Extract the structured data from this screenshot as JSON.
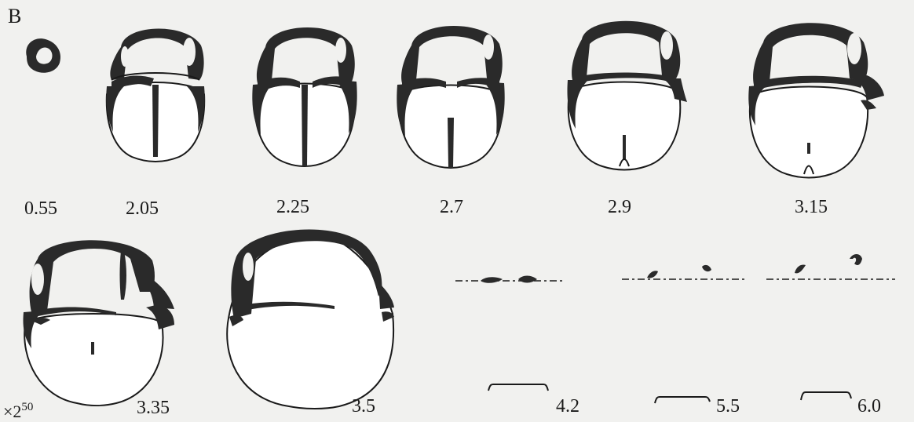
{
  "panel": {
    "letter": "B"
  },
  "magnification": {
    "prefix": "×2",
    "superscript": "50"
  },
  "stages": [
    {
      "id": "s1",
      "label": "0.55"
    },
    {
      "id": "s2",
      "label": "2.05"
    },
    {
      "id": "s3",
      "label": "2.25"
    },
    {
      "id": "s4",
      "label": "2.7"
    },
    {
      "id": "s5",
      "label": "2.9"
    },
    {
      "id": "s6",
      "label": "3.15"
    },
    {
      "id": "s7",
      "label": "3.35"
    },
    {
      "id": "s8",
      "label": "3.5"
    }
  ],
  "profiles": [
    {
      "id": "p1",
      "label": "4.2"
    },
    {
      "id": "p2",
      "label": "5.5"
    },
    {
      "id": "p3",
      "label": "6.0"
    }
  ],
  "colors": {
    "bone": "#2a2a2a",
    "background": "#f1f1ef"
  }
}
